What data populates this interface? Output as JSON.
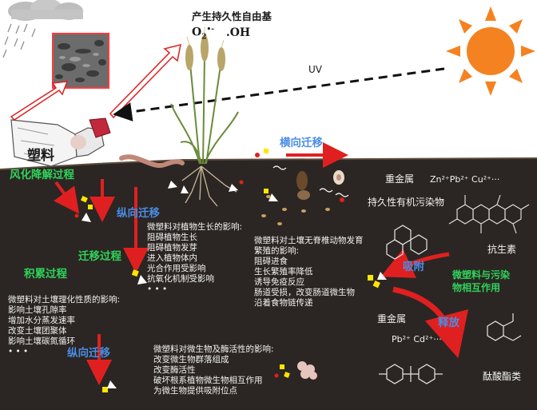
{
  "top": {
    "radical_title": "产生持久性自由基",
    "radical_formula_o2": "O",
    "radical_formula_o2_sub": "2",
    "radical_formula_o2_sup": "•-",
    "radical_formula_oh": ".OH",
    "uv_label": "UV",
    "plastic_label": "塑料"
  },
  "labels": {
    "weathering": "风化降解过程",
    "vertical_migration_1": "纵向迁移",
    "migration_process": "迁移过程",
    "accumulation": "积累过程",
    "vertical_migration_2": "纵向迁移",
    "horizontal_migration": "横向迁移",
    "adsorption": "吸附",
    "release": "释放",
    "interaction": [
      "微塑料与污染",
      "物相互作用"
    ]
  },
  "pollutants": {
    "heavy_metal_1": "重金属",
    "ions_1": "Zn²⁺Pb²⁺ Cu²⁺···",
    "pop": "持久性有机污染物",
    "antibiotic": "抗生素",
    "heavy_metal_2": "重金属",
    "ions_2": "Pb²⁺ Cd²⁺···",
    "phthalate": "酞酸酯类"
  },
  "blocks": {
    "plant": {
      "title": "微塑料对植物生长的影响:",
      "items": [
        "阻碍植物生长",
        "阻碍植物发芽",
        "进入植物体内",
        "光合作用受影响",
        "抗氧化机制受影响"
      ],
      "more": "• • •"
    },
    "animal": {
      "title": "微塑料对土壤无脊椎动物发育",
      "title2": "繁殖的影响:",
      "items": [
        "阻碍进食",
        "生长繁殖率降低",
        "诱导免疫反应",
        "肠道受损，改变肠道微生物",
        "沿着食物链传递"
      ]
    },
    "soil": {
      "title": "微塑料对土壤理化性质的影响:",
      "items": [
        "影响土壤孔隙率",
        "增加水分蒸发速率",
        "改变土壤团聚体",
        "影响土壤碳氮循环"
      ],
      "more": "• • •"
    },
    "microbe": {
      "title": "微塑料对微生物及酶活性的影响:",
      "items": [
        "改变微生物群落组成",
        "改变酶活性",
        "破坏根系植物微生物相互作用",
        "为微生物提供吸附位点"
      ]
    }
  },
  "colors": {
    "soil": "#2b2623",
    "sun": "#f58220",
    "green_label": "#2fd35a",
    "blue_label": "#4a8de6",
    "red_arrow": "#e02020"
  },
  "icons": [
    "rain-cloud-icon",
    "sun-icon",
    "wheat-plant-icon",
    "earthworm-icon",
    "plastic-bottle-icon",
    "beetle-icon",
    "ant-icon",
    "molecule-icon"
  ]
}
